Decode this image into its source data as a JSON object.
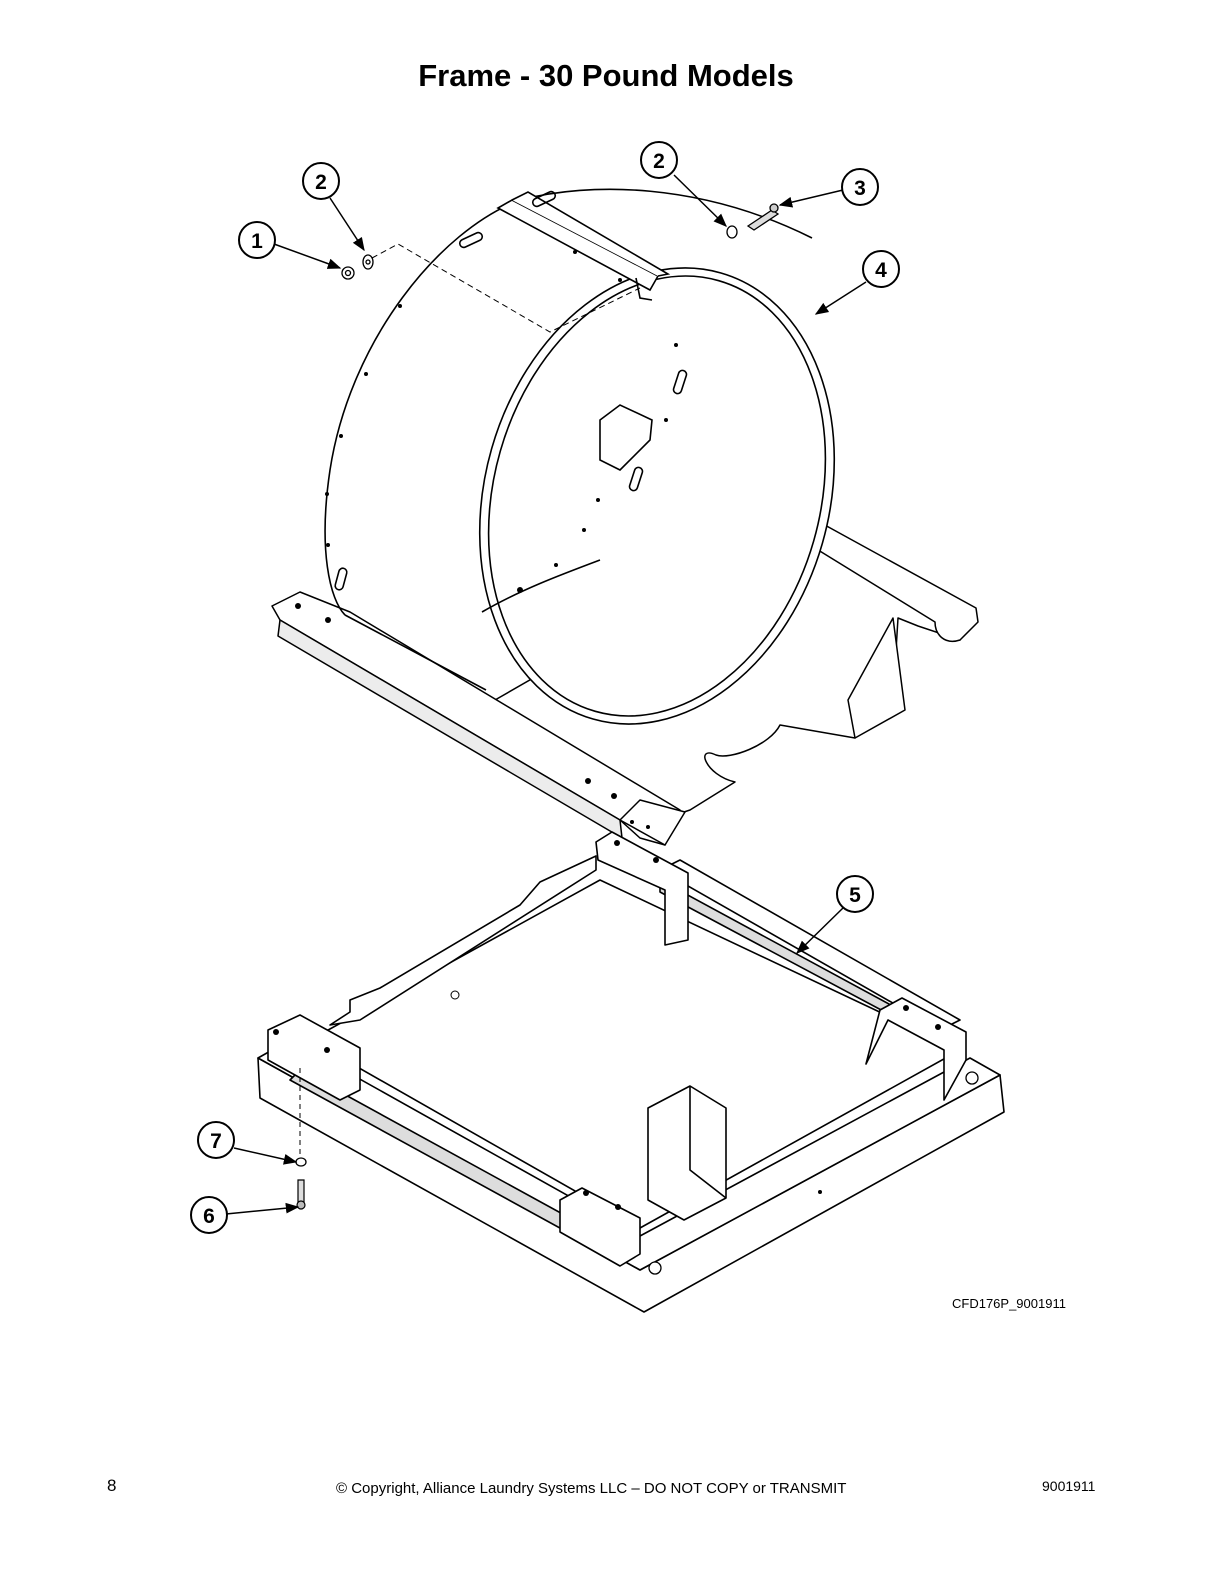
{
  "page": {
    "title": "Frame - 30 Pound Models",
    "figure_id": "CFD176P_9001911",
    "page_number": "8",
    "copyright": "© Copyright, Alliance Laundry Systems LLC – DO NOT COPY or TRANSMIT",
    "doc_number": "9001911"
  },
  "callouts": [
    {
      "label": "1"
    },
    {
      "label": "2"
    },
    {
      "label": "2"
    },
    {
      "label": "3"
    },
    {
      "label": "4"
    },
    {
      "label": "5"
    },
    {
      "label": "7"
    },
    {
      "label": "6"
    }
  ],
  "colors": {
    "line": "#000000",
    "surface": "#ffffff",
    "shade": "#d9d9d9"
  }
}
